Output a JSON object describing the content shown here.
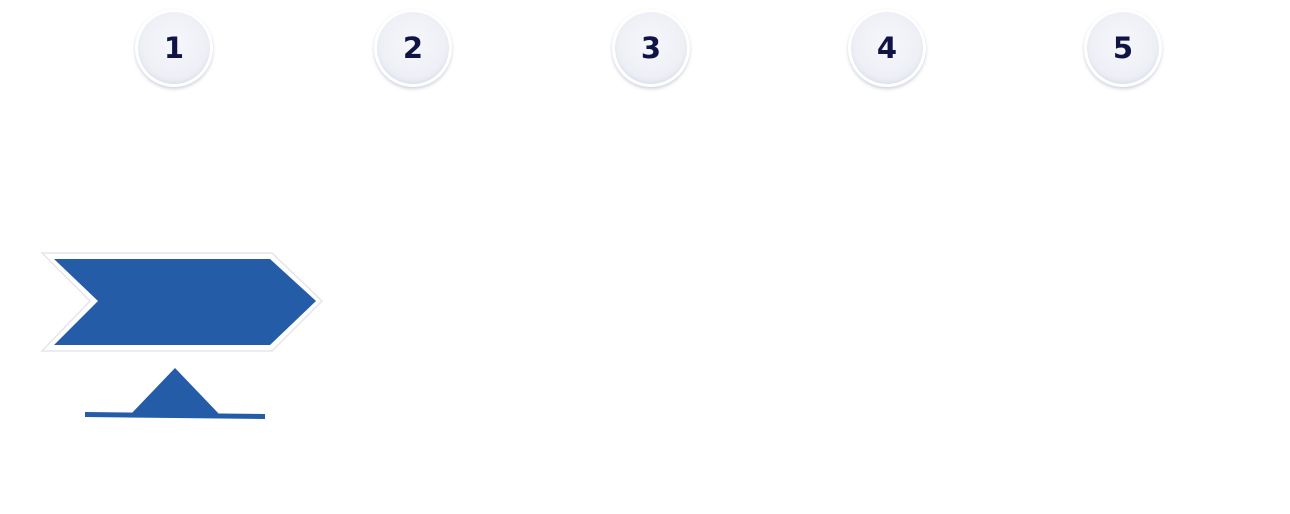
{
  "steps": [
    "1",
    "2",
    "3",
    "4",
    "5"
  ],
  "colors": {
    "arrow_fill": "#245ca8",
    "arrow_outline": "#ffffff",
    "step_number": "#0f1346",
    "step_circle": "#eef0f6"
  },
  "icons": [
    "chevron-arrow-shape",
    "triangle-pointer-icon"
  ]
}
